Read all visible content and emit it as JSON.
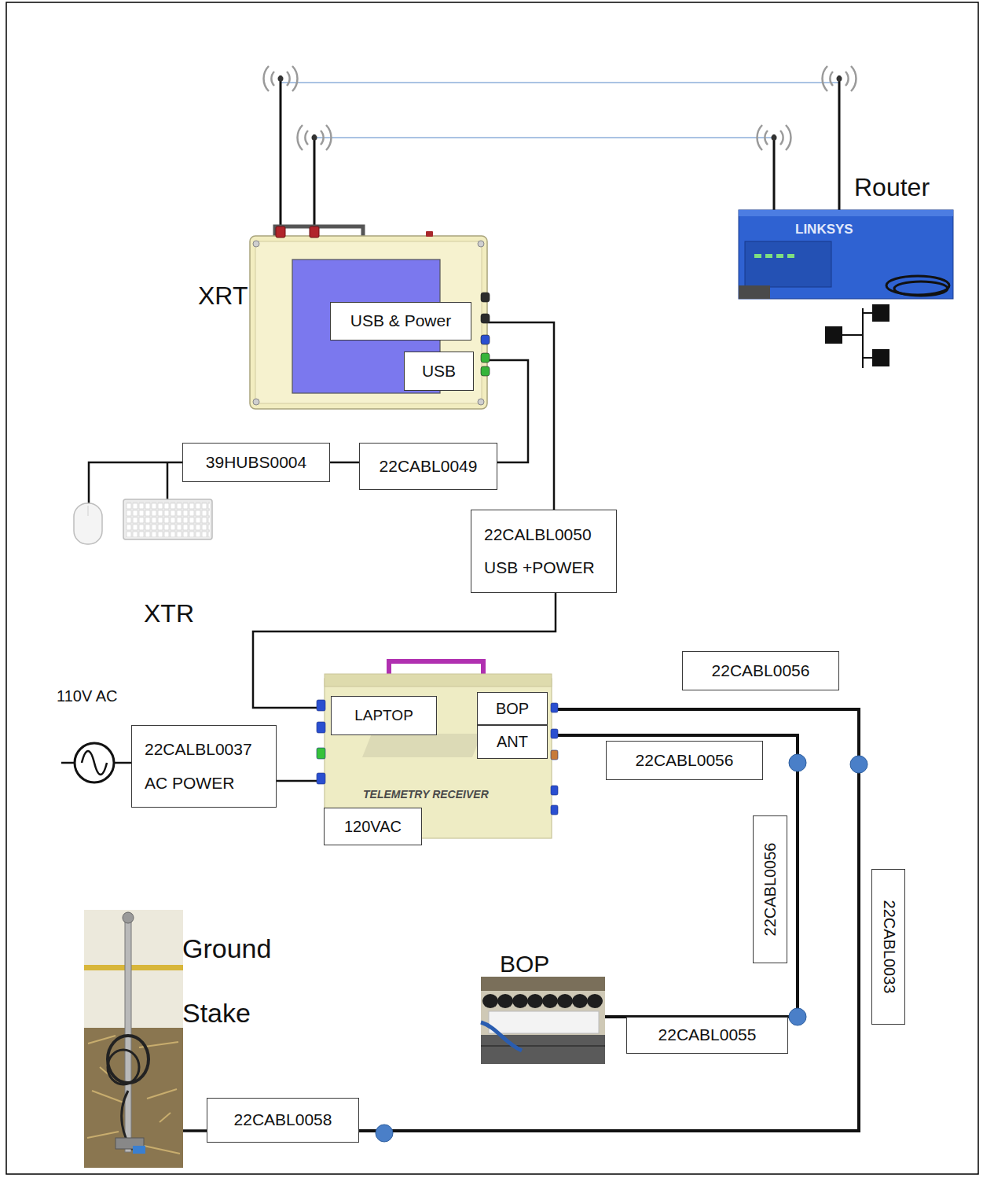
{
  "diagram": {
    "nodes": [
      {
        "text": [
          "XRT"
        ]
      },
      {
        "text": [
          "USB & Power"
        ],
        "in": 0
      },
      {
        "text": [
          "USB"
        ],
        "in": 0
      },
      {
        "text": [
          "Router"
        ]
      },
      {
        "text": [
          "39HUBS0004"
        ]
      },
      {
        "text": [
          "22CABL0049"
        ]
      },
      {
        "text": [
          "22CALBL0050",
          "USB +POWER"
        ]
      },
      {
        "text": [
          "XTR"
        ]
      },
      {
        "text": [
          "LAPTOP"
        ],
        "in": 7
      },
      {
        "text": [
          "BOP"
        ],
        "in": 7
      },
      {
        "text": [
          "ANT"
        ],
        "in": 7
      },
      {
        "text": [
          "120VAC"
        ],
        "in": 7
      },
      {
        "text": [
          "22CABL0056"
        ]
      },
      {
        "text": [
          "22CALBL0037",
          "AC POWER"
        ]
      },
      {
        "text": [
          "22CABL0056"
        ]
      },
      {
        "text": [
          "22CABL0056"
        ]
      },
      {
        "text": [
          "22CABL0033"
        ]
      },
      {
        "text": [
          "BOP"
        ]
      },
      {
        "text": [
          "Ground Stake"
        ]
      },
      {
        "text": [
          "22CABL0055"
        ]
      },
      {
        "text": [
          "22CABL0058"
        ]
      }
    ],
    "edges": [
      {
        "from": 0,
        "to": 3,
        "arrow": "none"
      },
      {
        "from": 0,
        "to": 3,
        "arrow": "none"
      },
      {
        "from": 2,
        "to": 5,
        "arrow": "none"
      },
      {
        "from": 5,
        "to": 4,
        "arrow": "none"
      },
      {
        "from": 1,
        "to": 6,
        "arrow": "none"
      },
      {
        "from": 6,
        "to": 8,
        "arrow": "none"
      },
      {
        "from": 13,
        "to": 7,
        "arrow": "none"
      },
      {
        "from": 9,
        "to": 20,
        "arrow": "none"
      },
      {
        "from": 20,
        "to": 18,
        "arrow": "none"
      },
      {
        "from": 10,
        "to": 17,
        "arrow": "none"
      }
    ],
    "labels": [
      "110V AC",
      "TELEMETRY RECEIVER",
      "LINKSYS"
    ]
  }
}
